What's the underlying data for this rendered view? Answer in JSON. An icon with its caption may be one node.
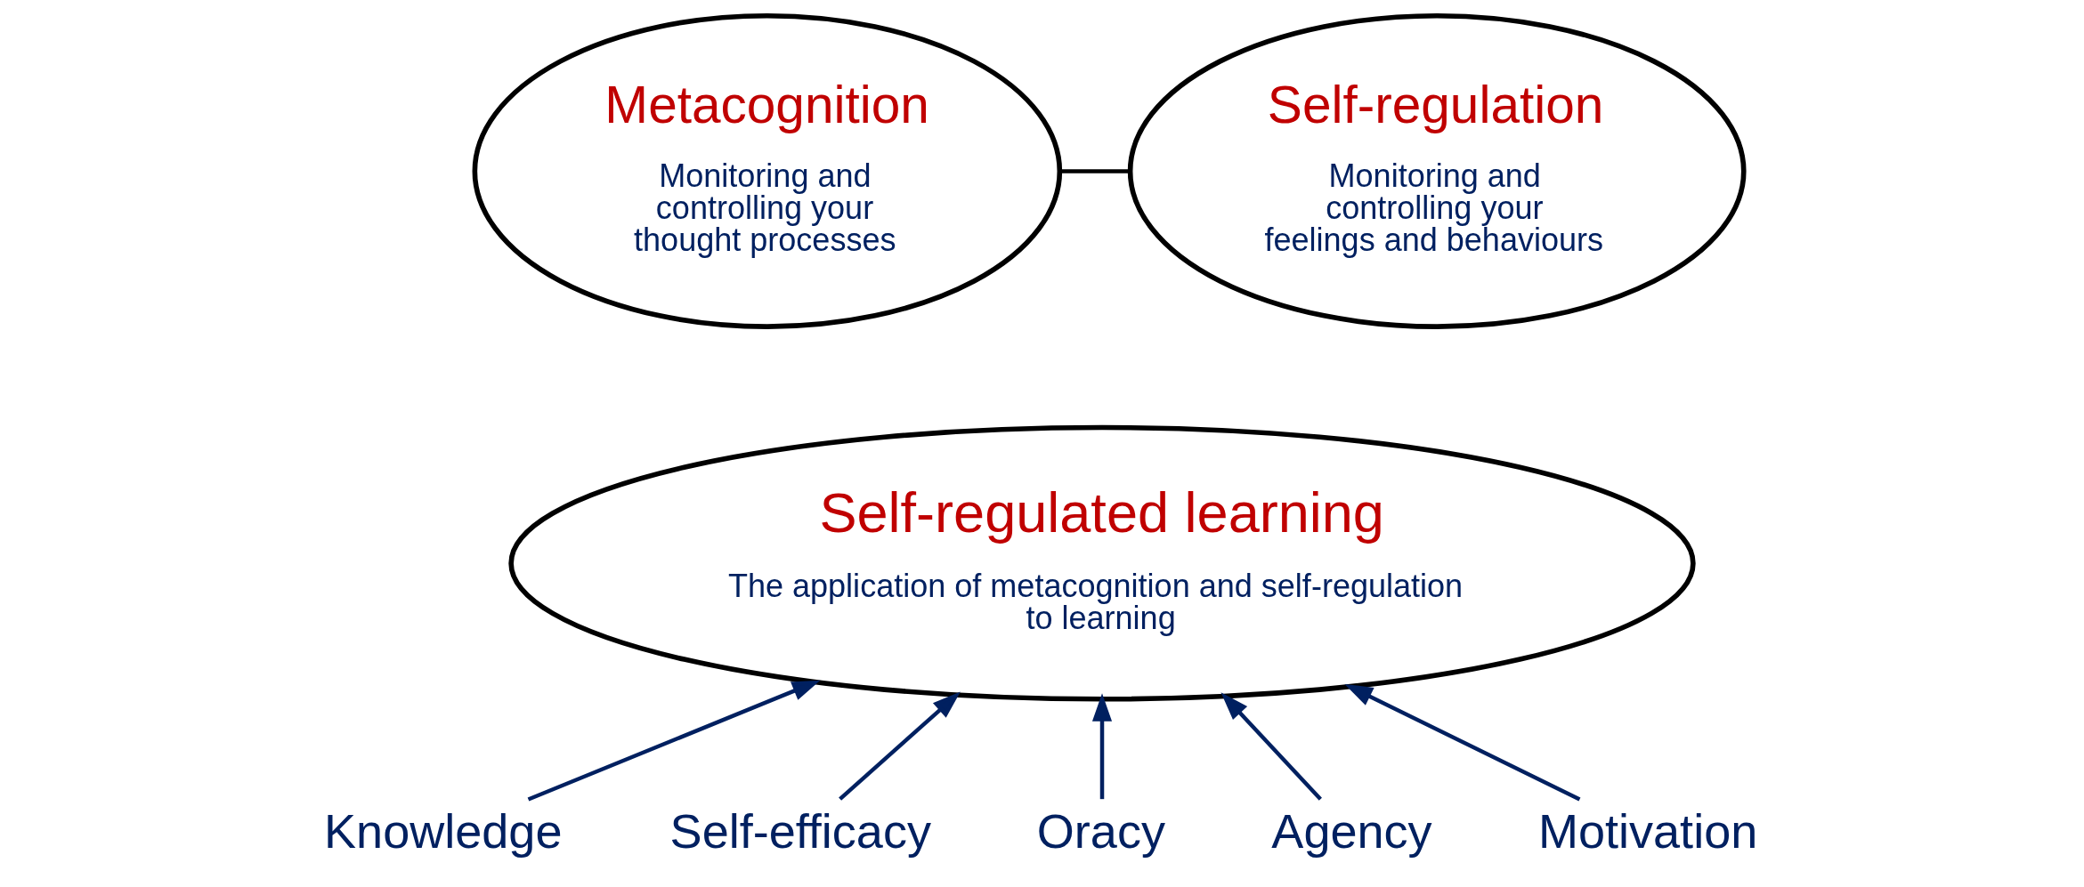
{
  "diagram": {
    "nodes": [
      {
        "text": [
          "Metacognition",
          "Monitoring and controlling your thought processes"
        ]
      },
      {
        "text": [
          "Self-regulation",
          "Monitoring and controlling your feelings and behaviours"
        ]
      },
      {
        "text": [
          "Self-regulated learning",
          "The application of metacognition and self-regulation to learning"
        ]
      },
      {
        "text": [
          "Knowledge"
        ]
      },
      {
        "text": [
          "Self-efficacy"
        ]
      },
      {
        "text": [
          "Oracy"
        ]
      },
      {
        "text": [
          "Agency"
        ]
      },
      {
        "text": [
          "Motivation"
        ]
      }
    ],
    "edges": [
      {
        "from": 0,
        "to": 1,
        "arrow": "none",
        "color": "#000000"
      },
      {
        "from": 3,
        "to": 2,
        "arrow": "to"
      },
      {
        "from": 4,
        "to": 2,
        "arrow": "to"
      },
      {
        "from": 5,
        "to": 2,
        "arrow": "to"
      },
      {
        "from": 6,
        "to": 2,
        "arrow": "to"
      },
      {
        "from": 7,
        "to": 2,
        "arrow": "to"
      }
    ]
  }
}
